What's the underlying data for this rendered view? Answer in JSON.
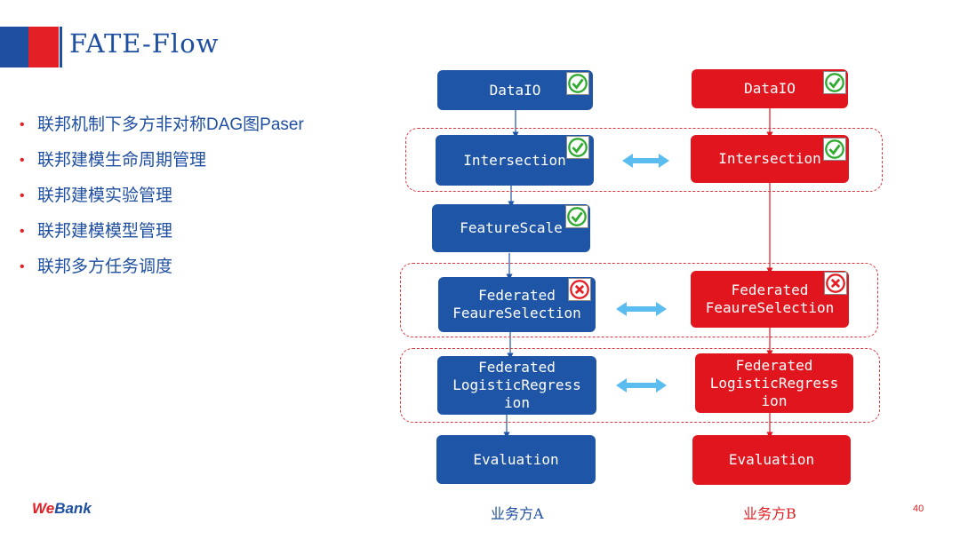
{
  "title": "FATE-Flow",
  "bullets": [
    "联邦机制下多方非对称DAG图Paser",
    "联邦建模生命周期管理",
    "联邦建模实验管理",
    "联邦建模模型管理",
    "联邦多方任务调度"
  ],
  "party_a": {
    "label": "业务方A",
    "nodes": {
      "dataio": "DataIO",
      "intersection": "Intersection",
      "featurescale": "FeatureScale",
      "fs_line1": "Federated",
      "fs_line2": "FeaureSelection",
      "lr_line1": "Federated",
      "lr_line2": "LogisticRegress",
      "lr_line3": "ion",
      "evaluation": "Evaluation"
    }
  },
  "party_b": {
    "label": "业务方B",
    "nodes": {
      "dataio": "DataIO",
      "intersection": "Intersection",
      "fs_line1": "Federated",
      "fs_line2": "FeaureSelection",
      "lr_line1": "Federated",
      "lr_line2": "LogisticRegress",
      "lr_line3": "ion",
      "evaluation": "Evaluation"
    }
  },
  "status": {
    "a_dataio": "check",
    "a_intersection": "check",
    "a_featurescale": "check",
    "a_fs": "cross",
    "b_dataio": "check",
    "b_intersection": "check",
    "b_fs": "cross"
  },
  "colors": {
    "party_a": "#1f55a6",
    "party_b": "#e0151d",
    "exchange_arrow": "#5bbcf0",
    "check": "#2eaa2e",
    "cross": "#e32026"
  },
  "footer": {
    "logo_we": "We",
    "logo_bank": "Bank",
    "page_number": "40"
  }
}
